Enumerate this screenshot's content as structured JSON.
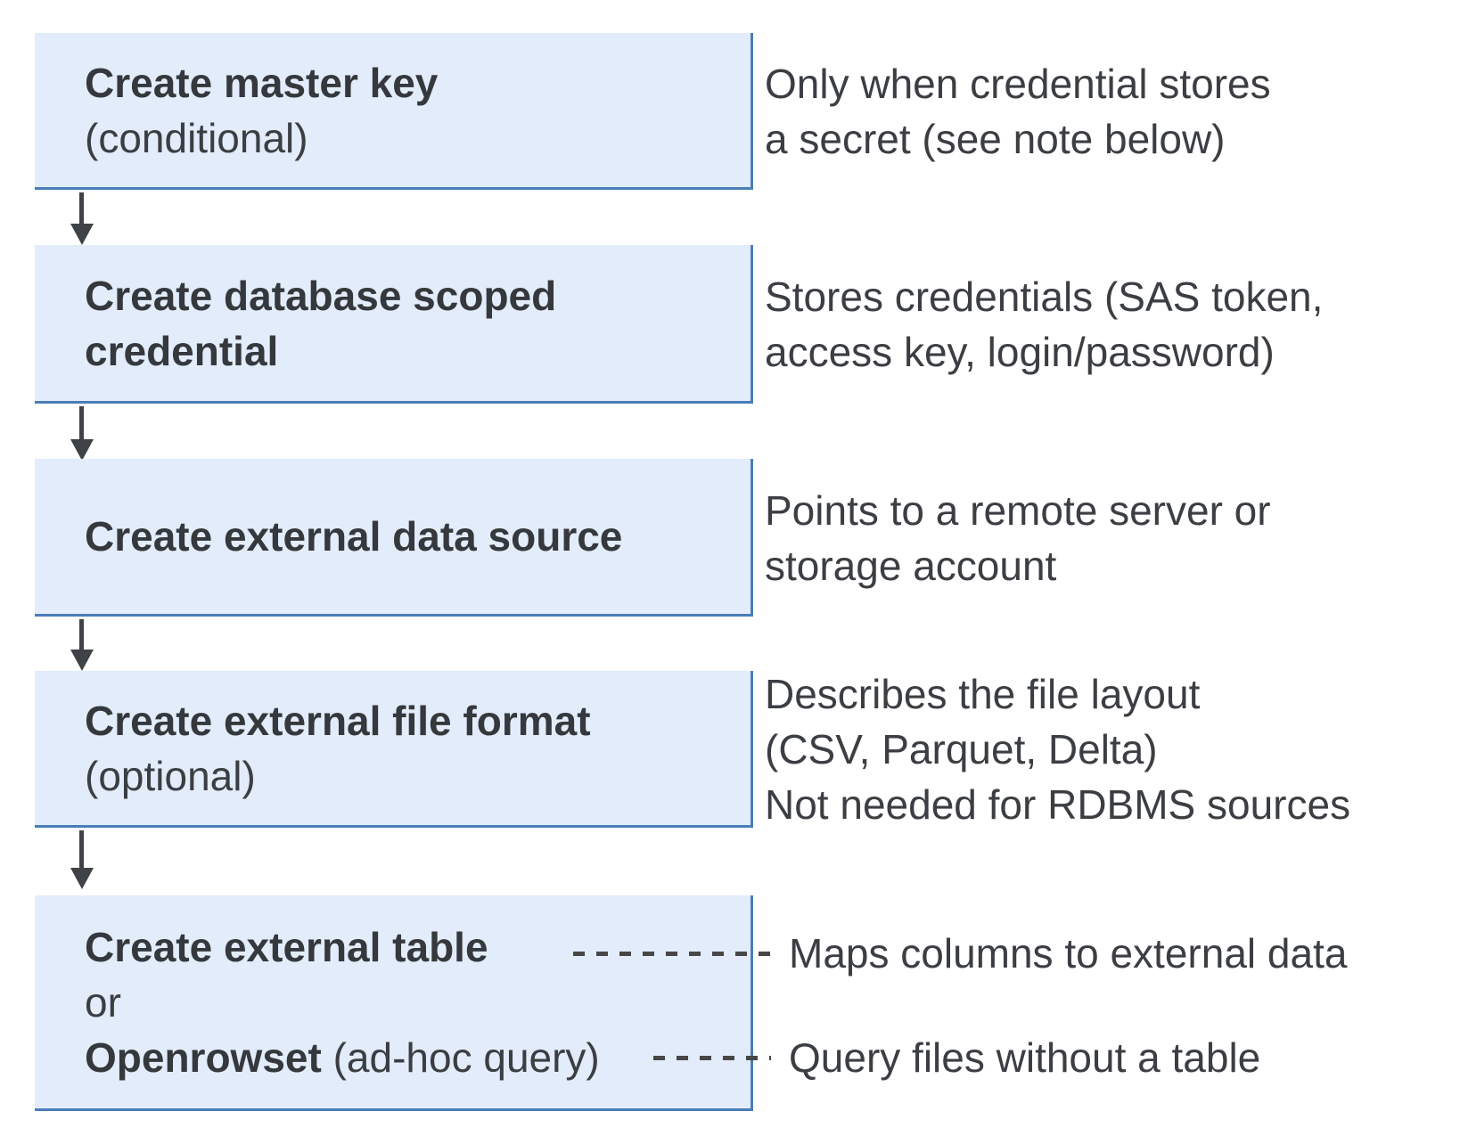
{
  "colors": {
    "box_fill": "#e2ecfa",
    "box_border": "#4a7db8",
    "arrow": "#3f4246",
    "dash": "#474747",
    "text": "#3b3e42"
  },
  "icons": {
    "flow_arrow": "down-arrow-icon",
    "connector": "dashed-line"
  },
  "flow": {
    "boxes": [
      {
        "name": "create-master-key",
        "lines": [
          {
            "bold": "Create master key",
            "regular": ""
          },
          {
            "bold": "",
            "regular": "(conditional)"
          }
        ]
      },
      {
        "name": "create-database-scoped-credential",
        "lines": [
          {
            "bold": "Create database scoped",
            "regular": ""
          },
          {
            "bold": "credential",
            "regular": ""
          }
        ]
      },
      {
        "name": "create-external-data-source",
        "lines": [
          {
            "bold": "Create external data source",
            "regular": ""
          }
        ]
      },
      {
        "name": "create-external-file-format",
        "lines": [
          {
            "bold": "Create external file format",
            "regular": ""
          },
          {
            "bold": "",
            "regular": "(optional)"
          }
        ]
      },
      {
        "name": "create-external-table-or-openrowset",
        "lines": [
          {
            "bold": "Create external table",
            "regular": ""
          },
          {
            "bold": "",
            "regular": "or"
          },
          {
            "bold": "Openrowset",
            "regular": " (ad-hoc query)"
          }
        ]
      }
    ]
  },
  "descriptions": [
    {
      "lines": [
        "Only when credential stores",
        "a secret (see note below)"
      ]
    },
    {
      "lines": [
        "Stores credentials (SAS token,",
        "access key, login/password)"
      ]
    },
    {
      "lines": [
        "Points to a remote server or",
        "storage account"
      ]
    },
    {
      "lines": [
        "Describes the file layout",
        "(CSV, Parquet, Delta)",
        "Not needed for RDBMS sources"
      ]
    },
    {
      "lines": [
        "Maps columns to external data"
      ]
    },
    {
      "lines": [
        "Query files without a table"
      ]
    }
  ]
}
